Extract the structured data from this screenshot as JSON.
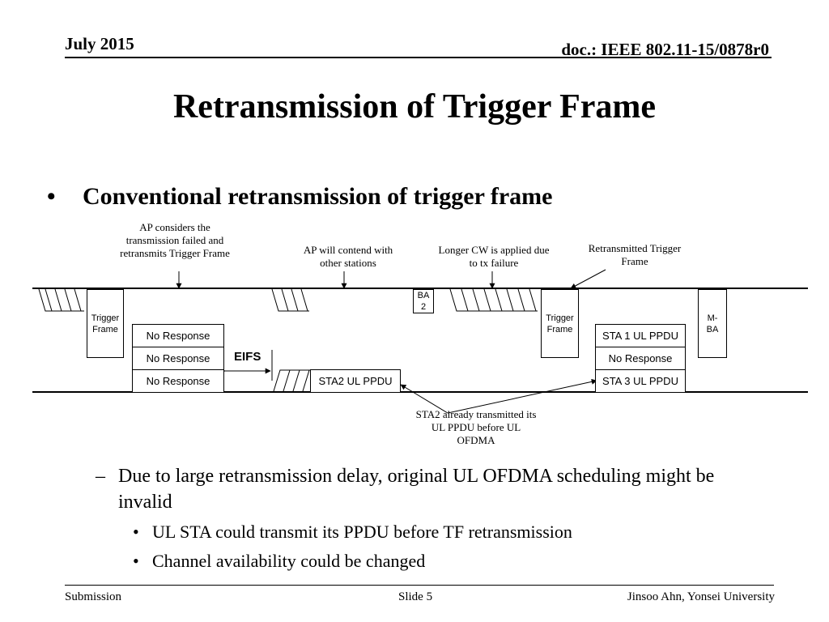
{
  "header": {
    "date": "July 2015",
    "doc": "doc.: IEEE 802.11-15/0878r0"
  },
  "title": "Retransmission of Trigger Frame",
  "bullet_main": {
    "marker": "•",
    "text": "Conventional retransmission of trigger frame"
  },
  "diagram": {
    "annotations": {
      "ap_failed": "AP considers the transmission failed and retransmits Trigger Frame",
      "ap_contend": "AP will contend with other stations",
      "longer_cw": "Longer CW is applied due to tx failure",
      "retransmitted_tf": "Retransmitted Trigger Frame",
      "sta2_already": "STA2 already transmitted its UL PPDU before UL OFDMA"
    },
    "frames": {
      "trigger1": "Trigger Frame",
      "ba2": "BA 2",
      "trigger2": "Trigger Frame",
      "mba": "M-BA"
    },
    "eifs": "EIFS",
    "responses_left": [
      "No Response",
      "No Response",
      "No Response"
    ],
    "sta2_ppdu": "STA2 UL PPDU",
    "responses_right": [
      "STA 1 UL PPDU",
      "No Response",
      "STA 3 UL PPDU"
    ]
  },
  "sub_bullet": {
    "marker": "–",
    "text": "Due to large retransmission delay, original UL OFDMA scheduling might be invalid",
    "items": [
      {
        "marker": "•",
        "text": "UL STA could transmit its PPDU before TF retransmission"
      },
      {
        "marker": "•",
        "text": "Channel availability could be changed"
      }
    ]
  },
  "footer": {
    "left": "Submission",
    "center": "Slide 5",
    "right": "Jinsoo Ahn, Yonsei University"
  }
}
